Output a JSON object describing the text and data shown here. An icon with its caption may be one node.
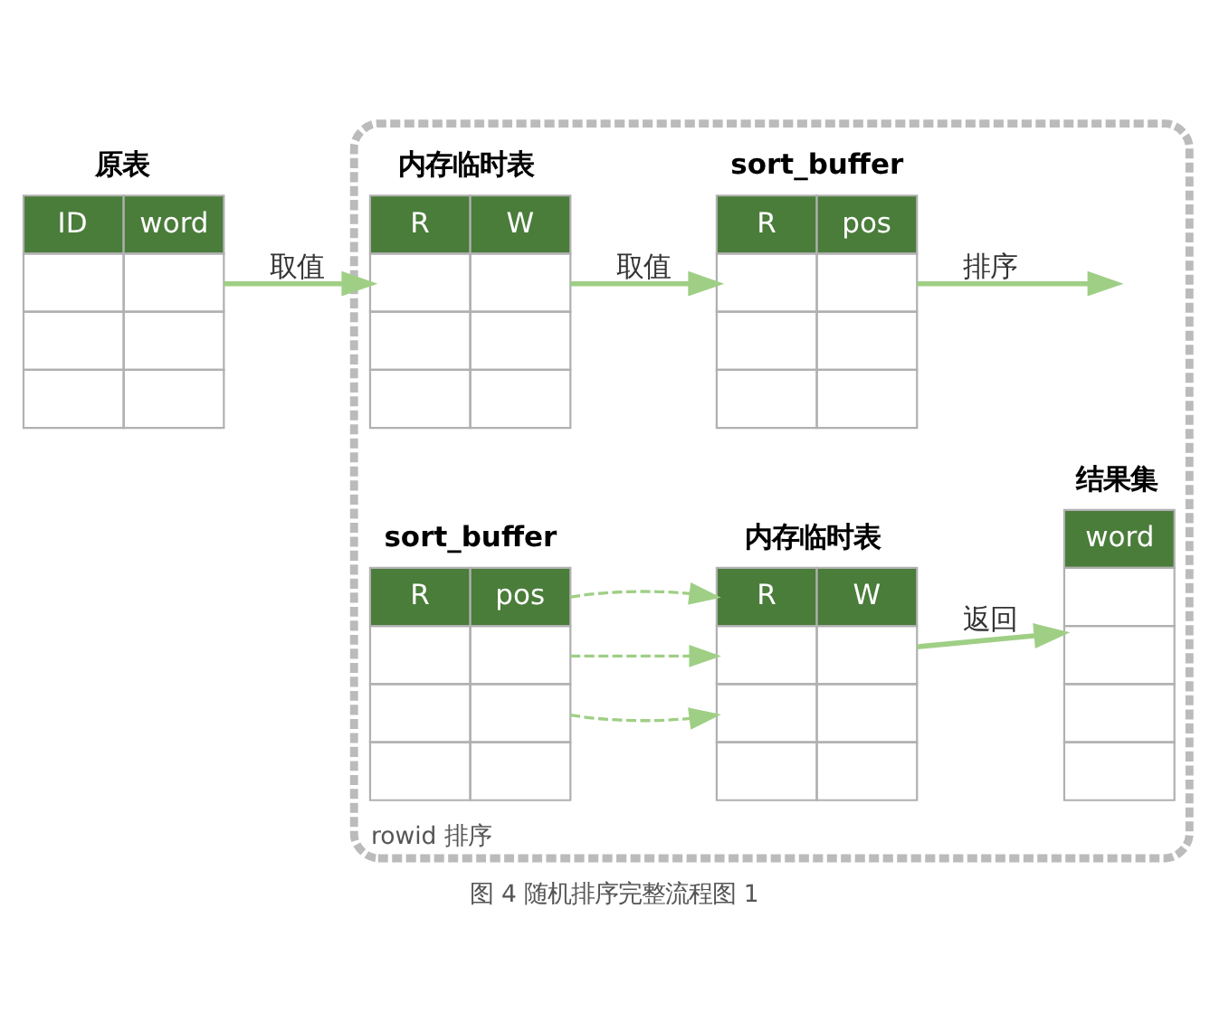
{
  "diagram": {
    "caption": "图 4 随机排序完整流程图 1",
    "nodes": [
      {
        "text": [
          "rowid 排序"
        ]
      },
      {
        "text": [
          "原表",
          "ID",
          "word"
        ]
      },
      {
        "text": [
          "内存临时表",
          "R",
          "W"
        ],
        "in": 0
      },
      {
        "text": [
          "sort_buffer",
          "R",
          "pos"
        ],
        "in": 0
      },
      {
        "text": [
          "sort_buffer",
          "R",
          "pos"
        ],
        "in": 0
      },
      {
        "text": [
          "内存临时表",
          "R",
          "W"
        ],
        "in": 0
      },
      {
        "text": [
          "结果集",
          "word"
        ],
        "in": 0
      }
    ],
    "edges": [
      {
        "from": 1,
        "to": 2,
        "arrow": "to",
        "label": "取值"
      },
      {
        "from": 2,
        "to": 3,
        "arrow": "to",
        "label": "取值"
      },
      {
        "from": 3,
        "to": null,
        "arrow": "to",
        "label": "排序"
      },
      {
        "from": 4,
        "to": 5,
        "arrow": "to",
        "style": "dashed"
      },
      {
        "from": 4,
        "to": 5,
        "arrow": "to",
        "style": "dashed"
      },
      {
        "from": 4,
        "to": 5,
        "arrow": "to",
        "style": "dashed"
      },
      {
        "from": 5,
        "to": 6,
        "arrow": "to",
        "label": "返回"
      }
    ]
  }
}
